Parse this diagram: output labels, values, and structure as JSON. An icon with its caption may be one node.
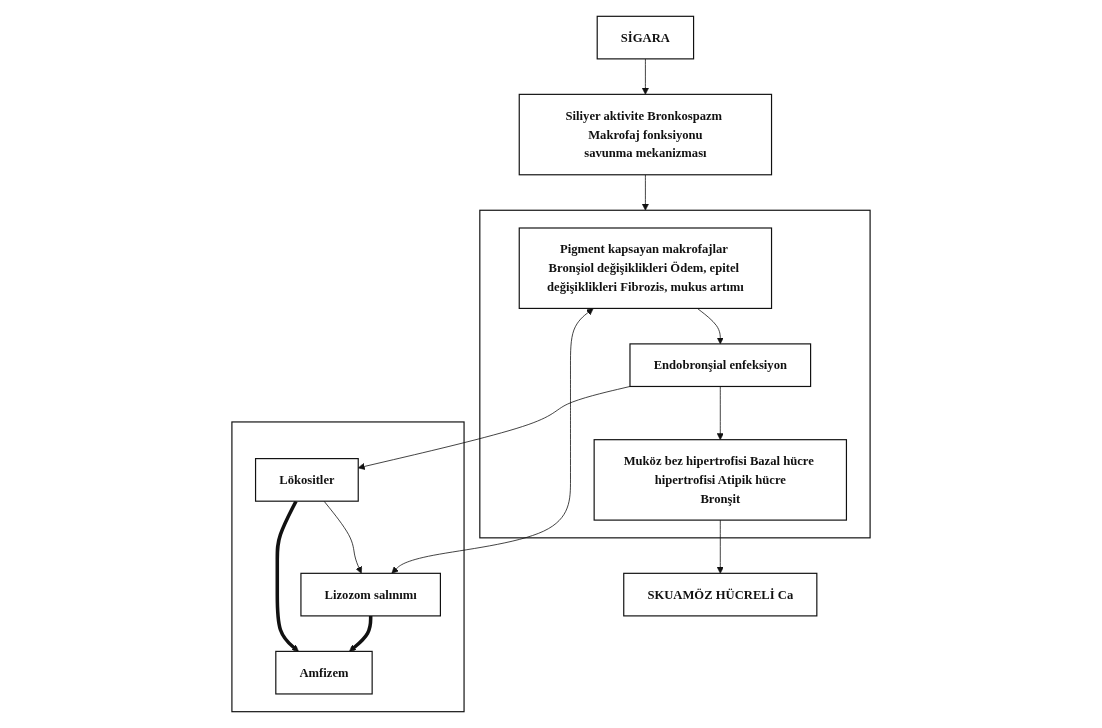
{
  "diagram": {
    "nodes": [
      {
        "text": [
          "SİGARA"
        ]
      },
      {
        "text": [
          "Siliyer aktivite Bronkospazm Makrofaj fonksiyonu",
          "savunma mekanizması"
        ]
      },
      {
        "text": [],
        "shape": "box"
      },
      {
        "text": [
          "Pigment kapsayan makrofajlar Bronşiol değişiklikleri Ödem, epitel değişiklikleri Fibrozis, mukus artımı"
        ],
        "in": 2
      },
      {
        "text": [
          "Endobronşial enfeksiyon"
        ],
        "in": 2
      },
      {
        "text": [
          "Muköz bez hipertrofisi Bazal hücre hipertrofisi Atipik hücre",
          "Bronşit"
        ],
        "in": 2
      },
      {
        "text": [],
        "shape": "box"
      },
      {
        "text": [
          "Lizozom salınımı"
        ],
        "in": 6
      },
      {
        "text": [
          "Lökositler"
        ],
        "in": 6
      },
      {
        "text": [
          "Amfizem"
        ],
        "in": 6
      },
      {
        "text": [
          "SKUAMÖZ HÜCRELİ Ca"
        ]
      }
    ],
    "edges": [
      {
        "from": 0,
        "to": 1,
        "arrow": "to"
      },
      {
        "from": 1,
        "to": 2,
        "arrow": "to"
      },
      {
        "from": 3,
        "to": 7,
        "arrow": "both"
      },
      {
        "from": 3,
        "to": 4,
        "arrow": "to"
      },
      {
        "from": 4,
        "to": 8,
        "arrow": "to"
      },
      {
        "from": 8,
        "to": 7,
        "arrow": "to"
      },
      {
        "from": 7,
        "to": 9,
        "arrow": "to",
        "style": "thick"
      },
      {
        "from": 8,
        "to": 9,
        "arrow": "to",
        "style": "thick"
      },
      {
        "from": 4,
        "to": 5,
        "arrow": "to"
      },
      {
        "from": 5,
        "to": 10,
        "arrow": "to"
      }
    ]
  }
}
